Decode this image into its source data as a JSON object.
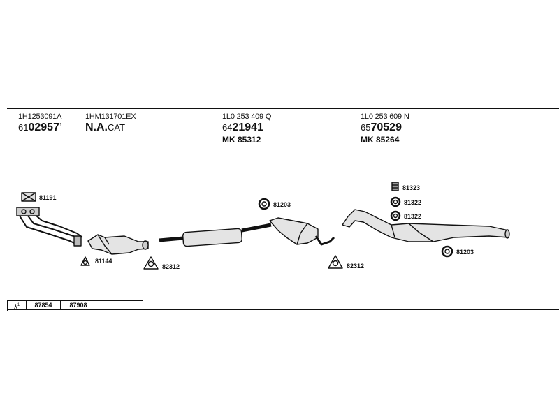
{
  "columns": [
    {
      "oe": "1H1253091A",
      "pn_prefix": "61",
      "pn_main": "02957",
      "pn_sup": "1",
      "mk": ""
    },
    {
      "oe": "1HM131701EX",
      "pn_prefix": "",
      "pn_main": "N.A.",
      "pn_suffix": "CAT",
      "mk": ""
    },
    {
      "oe": "1L0 253 409 Q",
      "pn_prefix": "64",
      "pn_main": "21941",
      "pn_sup": "",
      "mk": "MK  85312"
    },
    {
      "oe": "1L0 253 609 N",
      "pn_prefix": "65",
      "pn_main": "70529",
      "pn_sup": "",
      "mk": "MK  85264"
    }
  ],
  "part_labels": {
    "gasket": "81191",
    "gasket2": "81144",
    "clamp1": "82312",
    "ring1": "81203",
    "clamp2": "82312",
    "hanger1": "81323",
    "ring2": "81322",
    "ring3": "81322",
    "ring4": "81203"
  },
  "bottom_table": {
    "lambda": "λ",
    "lambda_sup": "1",
    "cells": [
      "87854",
      "87908"
    ]
  }
}
